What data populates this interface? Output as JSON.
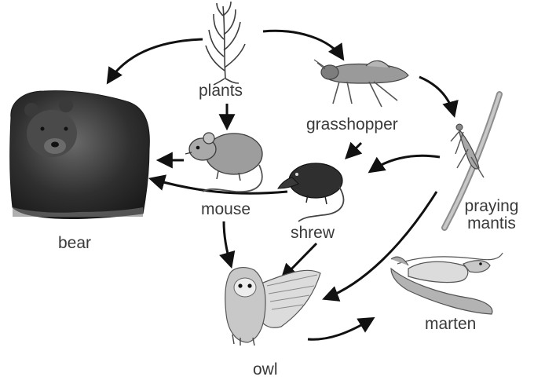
{
  "labels": {
    "plants": "plants",
    "grasshopper": "grasshopper",
    "praying_mantis_line1": "praying",
    "praying_mantis_line2": "mantis",
    "mouse": "mouse",
    "shrew": "shrew",
    "bear": "bear",
    "owl": "owl",
    "marten": "marten"
  },
  "icons": {
    "plants": "plant-sprig-icon",
    "grasshopper": "grasshopper-icon",
    "mantis": "praying-mantis-icon",
    "mouse": "mouse-icon",
    "shrew": "shrew-icon",
    "bear": "bear-icon",
    "owl": "owl-icon",
    "marten": "marten-icon"
  },
  "arrows": [
    {
      "from": "plants",
      "to": "bear"
    },
    {
      "from": "plants",
      "to": "grasshopper"
    },
    {
      "from": "plants",
      "to": "mouse"
    },
    {
      "from": "grasshopper",
      "to": "praying mantis"
    },
    {
      "from": "grasshopper",
      "to": "shrew"
    },
    {
      "from": "praying mantis",
      "to": "shrew"
    },
    {
      "from": "praying mantis",
      "to": "owl"
    },
    {
      "from": "mouse",
      "to": "bear"
    },
    {
      "from": "shrew",
      "to": "bear"
    },
    {
      "from": "mouse",
      "to": "owl"
    },
    {
      "from": "shrew",
      "to": "owl"
    },
    {
      "from": "owl",
      "to": "marten"
    }
  ]
}
